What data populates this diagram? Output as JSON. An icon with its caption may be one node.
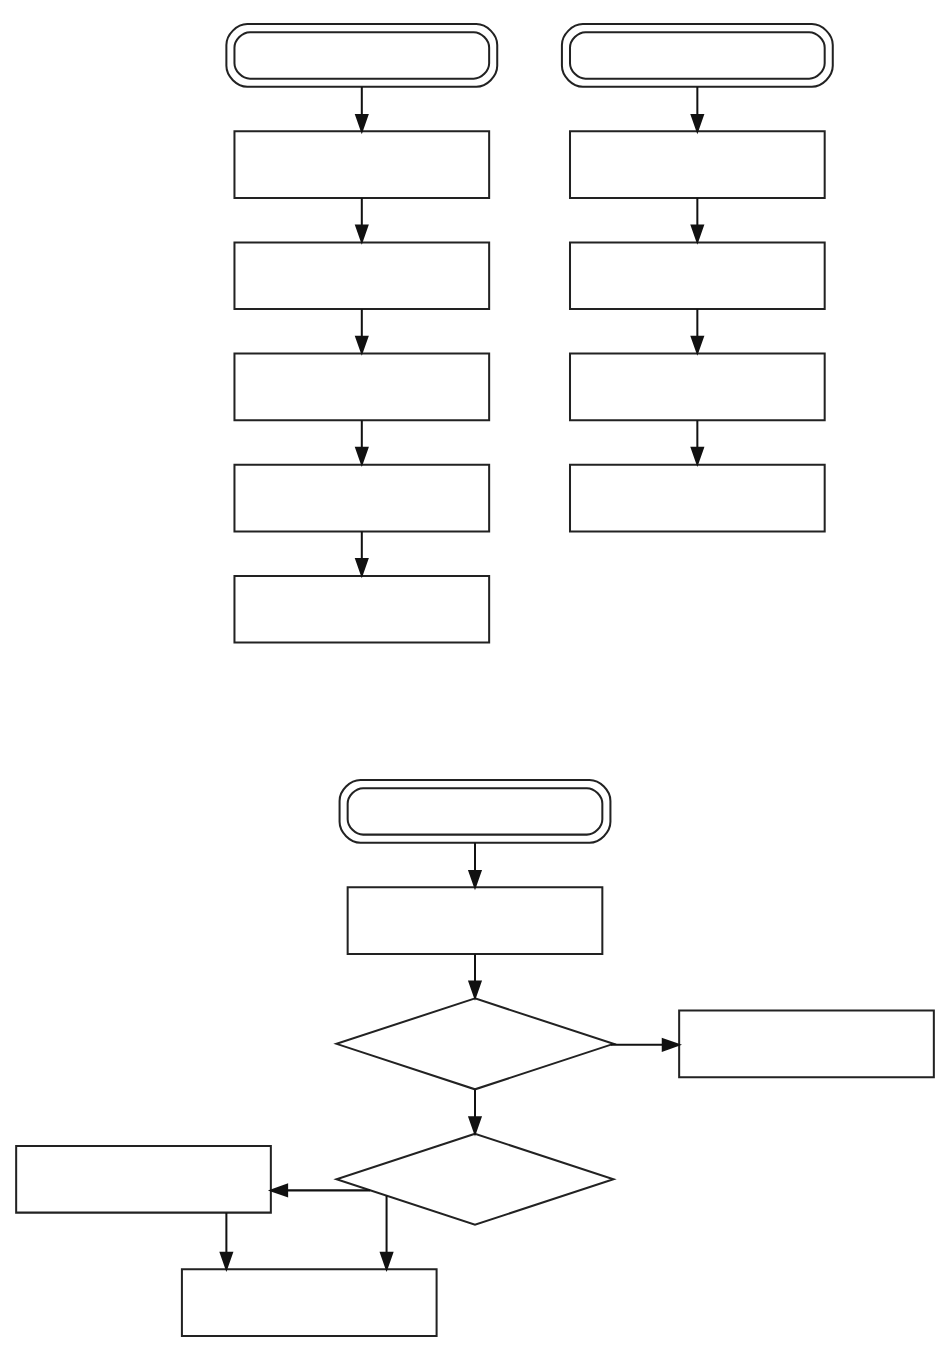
{
  "diagram": {
    "nodes": [
      {
        "text": [],
        "shape": "terminal"
      },
      {
        "text": [],
        "shape": "box"
      },
      {
        "text": [],
        "shape": "box"
      },
      {
        "text": [],
        "shape": "box"
      },
      {
        "text": [],
        "shape": "box"
      },
      {
        "text": [],
        "shape": "box"
      },
      {
        "text": [],
        "shape": "terminal"
      },
      {
        "text": [],
        "shape": "box"
      },
      {
        "text": [],
        "shape": "box"
      },
      {
        "text": [],
        "shape": "box"
      },
      {
        "text": [],
        "shape": "box"
      },
      {
        "text": [],
        "shape": "terminal"
      },
      {
        "text": [],
        "shape": "box"
      },
      {
        "text": [],
        "shape": "diamond"
      },
      {
        "text": [],
        "shape": "box"
      },
      {
        "text": [],
        "shape": "box"
      },
      {
        "text": [],
        "shape": "diamond"
      },
      {
        "text": [],
        "shape": "box"
      }
    ],
    "edges": [
      {
        "from": 0,
        "to": 1,
        "arrow": "to"
      },
      {
        "from": 1,
        "to": 2,
        "arrow": "to"
      },
      {
        "from": 2,
        "to": 3,
        "arrow": "to"
      },
      {
        "from": 3,
        "to": 4,
        "arrow": "to"
      },
      {
        "from": 4,
        "to": 5,
        "arrow": "to"
      },
      {
        "from": 6,
        "to": 7,
        "arrow": "to"
      },
      {
        "from": 7,
        "to": 8,
        "arrow": "to"
      },
      {
        "from": 8,
        "to": 9,
        "arrow": "to"
      },
      {
        "from": 9,
        "to": 10,
        "arrow": "to"
      },
      {
        "from": 11,
        "to": 12,
        "arrow": "to"
      },
      {
        "from": 12,
        "to": 13,
        "arrow": "to"
      },
      {
        "from": 13,
        "to": 14,
        "arrow": "to"
      },
      {
        "from": 13,
        "to": 16,
        "arrow": "to"
      },
      {
        "from": 16,
        "to": 15,
        "arrow": "to"
      },
      {
        "from": 15,
        "to": 17,
        "arrow": "to"
      },
      {
        "from": 16,
        "to": 17,
        "arrow": "to"
      }
    ]
  }
}
